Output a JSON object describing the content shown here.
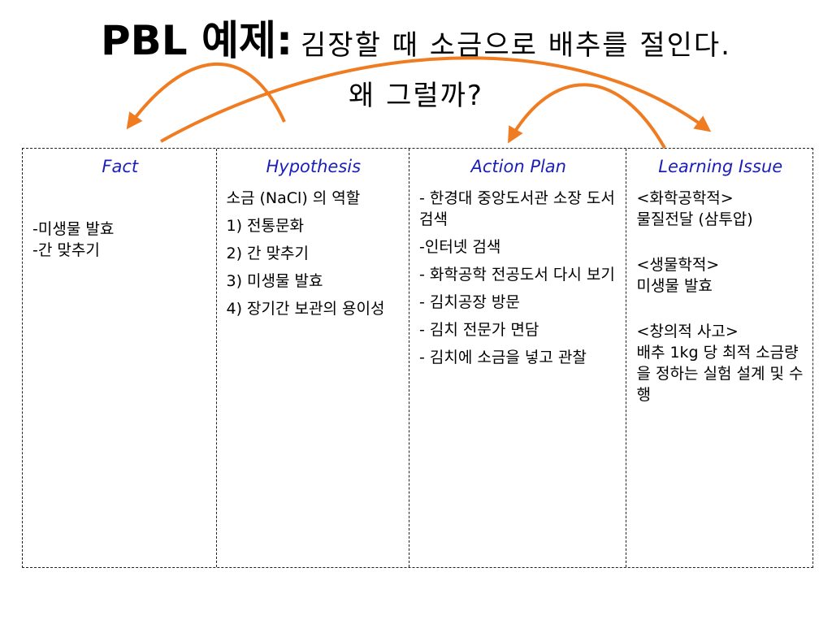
{
  "title": {
    "main": "PBL 예제:",
    "sub": "김장할 때 소금으로 배추를 절인다.",
    "line2": "왜 그럴까?"
  },
  "columns": {
    "fact": {
      "header": "Fact",
      "items": [
        "-미생물 발효",
        "-간 맞추기"
      ]
    },
    "hypothesis": {
      "header": "Hypothesis",
      "items": [
        "소금 (NaCl) 의 역할",
        "1) 전통문화",
        "2) 간 맞추기",
        "3) 미생물 발효",
        "4) 장기간 보관의 용이성"
      ]
    },
    "action_plan": {
      "header": "Action Plan",
      "items": [
        "- 한경대 중앙도서관 소장 도서 검색",
        "-인터넷 검색",
        "- 화학공학 전공도서 다시 보기",
        "- 김치공장 방문",
        "- 김치 전문가 면담",
        "- 김치에 소금을 넣고 관찰"
      ]
    },
    "learning_issue": {
      "header": "Learning Issue",
      "items": [
        "<화학공학적>",
        "물질전달 (삼투압)",
        "<생물학적>",
        "미생물 발효",
        "<창의적 사고>",
        "배추 1kg 당 최적 소금량을 정하는 실험 설계 및 수행"
      ]
    }
  },
  "colors": {
    "header": "#1a1fb5",
    "arrow": "#f07c22",
    "border": "#222222"
  }
}
